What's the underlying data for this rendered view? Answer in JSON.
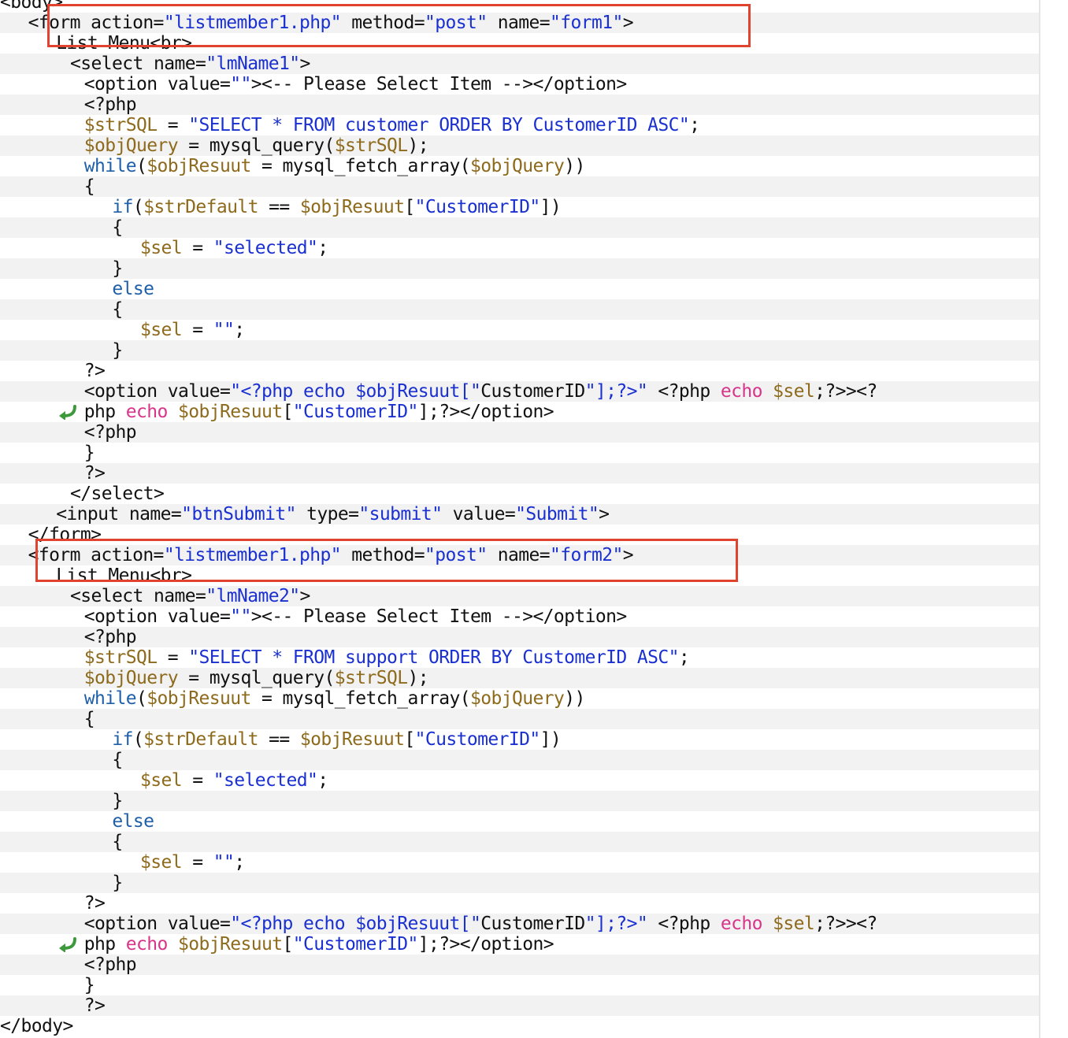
{
  "highlights": [
    "form1-tag",
    "form2-tag"
  ],
  "icons": {
    "wrap": "wrap-arrow-icon"
  },
  "colors": {
    "text": "#111111",
    "string": "#1a30d0",
    "variable": "#8e6a1c",
    "keyword": "#1e5fa8",
    "echo": "#d8358a",
    "highlight": "#e0442f"
  },
  "code_lines": [
    {
      "indent": 0,
      "tokens": [
        [
          "t",
          "<body>"
        ]
      ]
    },
    {
      "indent": 2,
      "tokens": [
        [
          "t",
          "<form action="
        ],
        [
          "s",
          "\"listmember1.php\""
        ],
        [
          "t",
          " method="
        ],
        [
          "s",
          "\"post\""
        ],
        [
          "t",
          " name="
        ],
        [
          "s",
          "\"form1\""
        ],
        [
          "t",
          ">"
        ]
      ]
    },
    {
      "indent": 4,
      "tokens": [
        [
          "t",
          "List Menu<br>"
        ]
      ]
    },
    {
      "indent": 5,
      "tokens": [
        [
          "t",
          "<select name="
        ],
        [
          "s",
          "\"lmName1\""
        ],
        [
          "t",
          ">"
        ]
      ]
    },
    {
      "indent": 6,
      "tokens": [
        [
          "t",
          "<option value="
        ],
        [
          "s",
          "\"\""
        ],
        [
          "t",
          "><-- Please Select Item --></option>"
        ]
      ]
    },
    {
      "indent": 6,
      "tokens": [
        [
          "t",
          "<?php"
        ]
      ]
    },
    {
      "indent": 6,
      "tokens": [
        [
          "v",
          "$strSQL"
        ],
        [
          "t",
          " = "
        ],
        [
          "s",
          "\"SELECT * FROM customer ORDER BY CustomerID ASC\""
        ],
        [
          "t",
          ";"
        ]
      ]
    },
    {
      "indent": 6,
      "tokens": [
        [
          "v",
          "$objQuery"
        ],
        [
          "t",
          " = mysql_query("
        ],
        [
          "v",
          "$strSQL"
        ],
        [
          "t",
          ");"
        ]
      ]
    },
    {
      "indent": 6,
      "tokens": [
        [
          "k",
          "while"
        ],
        [
          "t",
          "("
        ],
        [
          "v",
          "$objResuut"
        ],
        [
          "t",
          " = mysql_fetch_array("
        ],
        [
          "v",
          "$objQuery"
        ],
        [
          "t",
          "))"
        ]
      ]
    },
    {
      "indent": 6,
      "tokens": [
        [
          "t",
          "{"
        ]
      ]
    },
    {
      "indent": 8,
      "tokens": [
        [
          "k",
          "if"
        ],
        [
          "t",
          "("
        ],
        [
          "v",
          "$strDefault"
        ],
        [
          "t",
          " == "
        ],
        [
          "v",
          "$objResuut"
        ],
        [
          "t",
          "["
        ],
        [
          "s",
          "\"CustomerID\""
        ],
        [
          "t",
          "])"
        ]
      ]
    },
    {
      "indent": 8,
      "tokens": [
        [
          "t",
          "{"
        ]
      ]
    },
    {
      "indent": 10,
      "tokens": [
        [
          "v",
          "$sel"
        ],
        [
          "t",
          " = "
        ],
        [
          "s",
          "\"selected\""
        ],
        [
          "t",
          ";"
        ]
      ]
    },
    {
      "indent": 8,
      "tokens": [
        [
          "t",
          "}"
        ]
      ]
    },
    {
      "indent": 8,
      "tokens": [
        [
          "k",
          "else"
        ]
      ]
    },
    {
      "indent": 8,
      "tokens": [
        [
          "t",
          "{"
        ]
      ]
    },
    {
      "indent": 10,
      "tokens": [
        [
          "v",
          "$sel"
        ],
        [
          "t",
          " = "
        ],
        [
          "s",
          "\"\""
        ],
        [
          "t",
          ";"
        ]
      ]
    },
    {
      "indent": 8,
      "tokens": [
        [
          "t",
          "}"
        ]
      ]
    },
    {
      "indent": 6,
      "tokens": [
        [
          "t",
          "?>"
        ]
      ]
    },
    {
      "indent": 6,
      "tokens": [
        [
          "t",
          "<option value="
        ],
        [
          "s",
          "\"<?php echo $objResuut[\""
        ],
        [
          "t",
          "CustomerID"
        ],
        [
          "s",
          "\"];?>\""
        ],
        [
          "t",
          " <?php "
        ],
        [
          "e",
          "echo"
        ],
        [
          "t",
          " "
        ],
        [
          "v",
          "$sel"
        ],
        [
          "t",
          ";?>><?"
        ]
      ]
    },
    {
      "indent": 6,
      "wrap": true,
      "tokens": [
        [
          "t",
          "php "
        ],
        [
          "e",
          "echo"
        ],
        [
          "t",
          " "
        ],
        [
          "v",
          "$objResuut"
        ],
        [
          "t",
          "["
        ],
        [
          "s",
          "\"CustomerID\""
        ],
        [
          "t",
          "];?></option>"
        ]
      ]
    },
    {
      "indent": 6,
      "tokens": [
        [
          "t",
          "<?php"
        ]
      ]
    },
    {
      "indent": 6,
      "tokens": [
        [
          "t",
          "}"
        ]
      ]
    },
    {
      "indent": 6,
      "tokens": [
        [
          "t",
          "?>"
        ]
      ]
    },
    {
      "indent": 5,
      "tokens": [
        [
          "t",
          "</select>"
        ]
      ]
    },
    {
      "indent": 4,
      "tokens": [
        [
          "t",
          "<input name="
        ],
        [
          "s",
          "\"btnSubmit\""
        ],
        [
          "t",
          " type="
        ],
        [
          "s",
          "\"submit\""
        ],
        [
          "t",
          " value="
        ],
        [
          "s",
          "\"Submit\""
        ],
        [
          "t",
          ">"
        ]
      ]
    },
    {
      "indent": 2,
      "tokens": [
        [
          "t",
          "</form>"
        ]
      ]
    },
    {
      "indent": 2,
      "tokens": [
        [
          "t",
          "<form action="
        ],
        [
          "s",
          "\"listmember1.php\""
        ],
        [
          "t",
          " method="
        ],
        [
          "s",
          "\"post\""
        ],
        [
          "t",
          " name="
        ],
        [
          "s",
          "\"form2\""
        ],
        [
          "t",
          ">"
        ]
      ]
    },
    {
      "indent": 4,
      "tokens": [
        [
          "t",
          "List Menu<br>"
        ]
      ]
    },
    {
      "indent": 5,
      "tokens": [
        [
          "t",
          "<select name="
        ],
        [
          "s",
          "\"lmName2\""
        ],
        [
          "t",
          ">"
        ]
      ]
    },
    {
      "indent": 6,
      "tokens": [
        [
          "t",
          "<option value="
        ],
        [
          "s",
          "\"\""
        ],
        [
          "t",
          "><-- Please Select Item --></option>"
        ]
      ]
    },
    {
      "indent": 6,
      "tokens": [
        [
          "t",
          "<?php"
        ]
      ]
    },
    {
      "indent": 6,
      "tokens": [
        [
          "v",
          "$strSQL"
        ],
        [
          "t",
          " = "
        ],
        [
          "s",
          "\"SELECT * FROM support ORDER BY CustomerID ASC\""
        ],
        [
          "t",
          ";"
        ]
      ]
    },
    {
      "indent": 6,
      "tokens": [
        [
          "v",
          "$objQuery"
        ],
        [
          "t",
          " = mysql_query("
        ],
        [
          "v",
          "$strSQL"
        ],
        [
          "t",
          ");"
        ]
      ]
    },
    {
      "indent": 6,
      "tokens": [
        [
          "k",
          "while"
        ],
        [
          "t",
          "("
        ],
        [
          "v",
          "$objResuut"
        ],
        [
          "t",
          " = mysql_fetch_array("
        ],
        [
          "v",
          "$objQuery"
        ],
        [
          "t",
          "))"
        ]
      ]
    },
    {
      "indent": 6,
      "tokens": [
        [
          "t",
          "{"
        ]
      ]
    },
    {
      "indent": 8,
      "tokens": [
        [
          "k",
          "if"
        ],
        [
          "t",
          "("
        ],
        [
          "v",
          "$strDefault"
        ],
        [
          "t",
          " == "
        ],
        [
          "v",
          "$objResuut"
        ],
        [
          "t",
          "["
        ],
        [
          "s",
          "\"CustomerID\""
        ],
        [
          "t",
          "])"
        ]
      ]
    },
    {
      "indent": 8,
      "tokens": [
        [
          "t",
          "{"
        ]
      ]
    },
    {
      "indent": 10,
      "tokens": [
        [
          "v",
          "$sel"
        ],
        [
          "t",
          " = "
        ],
        [
          "s",
          "\"selected\""
        ],
        [
          "t",
          ";"
        ]
      ]
    },
    {
      "indent": 8,
      "tokens": [
        [
          "t",
          "}"
        ]
      ]
    },
    {
      "indent": 8,
      "tokens": [
        [
          "k",
          "else"
        ]
      ]
    },
    {
      "indent": 8,
      "tokens": [
        [
          "t",
          "{"
        ]
      ]
    },
    {
      "indent": 10,
      "tokens": [
        [
          "v",
          "$sel"
        ],
        [
          "t",
          " = "
        ],
        [
          "s",
          "\"\""
        ],
        [
          "t",
          ";"
        ]
      ]
    },
    {
      "indent": 8,
      "tokens": [
        [
          "t",
          "}"
        ]
      ]
    },
    {
      "indent": 6,
      "tokens": [
        [
          "t",
          "?>"
        ]
      ]
    },
    {
      "indent": 6,
      "tokens": [
        [
          "t",
          "<option value="
        ],
        [
          "s",
          "\"<?php echo $objResuut[\""
        ],
        [
          "t",
          "CustomerID"
        ],
        [
          "s",
          "\"];?>\""
        ],
        [
          "t",
          " <?php "
        ],
        [
          "e",
          "echo"
        ],
        [
          "t",
          " "
        ],
        [
          "v",
          "$sel"
        ],
        [
          "t",
          ";?>><?"
        ]
      ]
    },
    {
      "indent": 6,
      "wrap": true,
      "tokens": [
        [
          "t",
          "php "
        ],
        [
          "e",
          "echo"
        ],
        [
          "t",
          " "
        ],
        [
          "v",
          "$objResuut"
        ],
        [
          "t",
          "["
        ],
        [
          "s",
          "\"CustomerID\""
        ],
        [
          "t",
          "];?></option>"
        ]
      ]
    },
    {
      "indent": 6,
      "tokens": [
        [
          "t",
          "<?php"
        ]
      ]
    },
    {
      "indent": 6,
      "tokens": [
        [
          "t",
          "}"
        ]
      ]
    },
    {
      "indent": 6,
      "tokens": [
        [
          "t",
          "?>"
        ]
      ]
    },
    {
      "indent": 0,
      "tokens": [
        [
          "t",
          "</body>"
        ]
      ]
    }
  ]
}
